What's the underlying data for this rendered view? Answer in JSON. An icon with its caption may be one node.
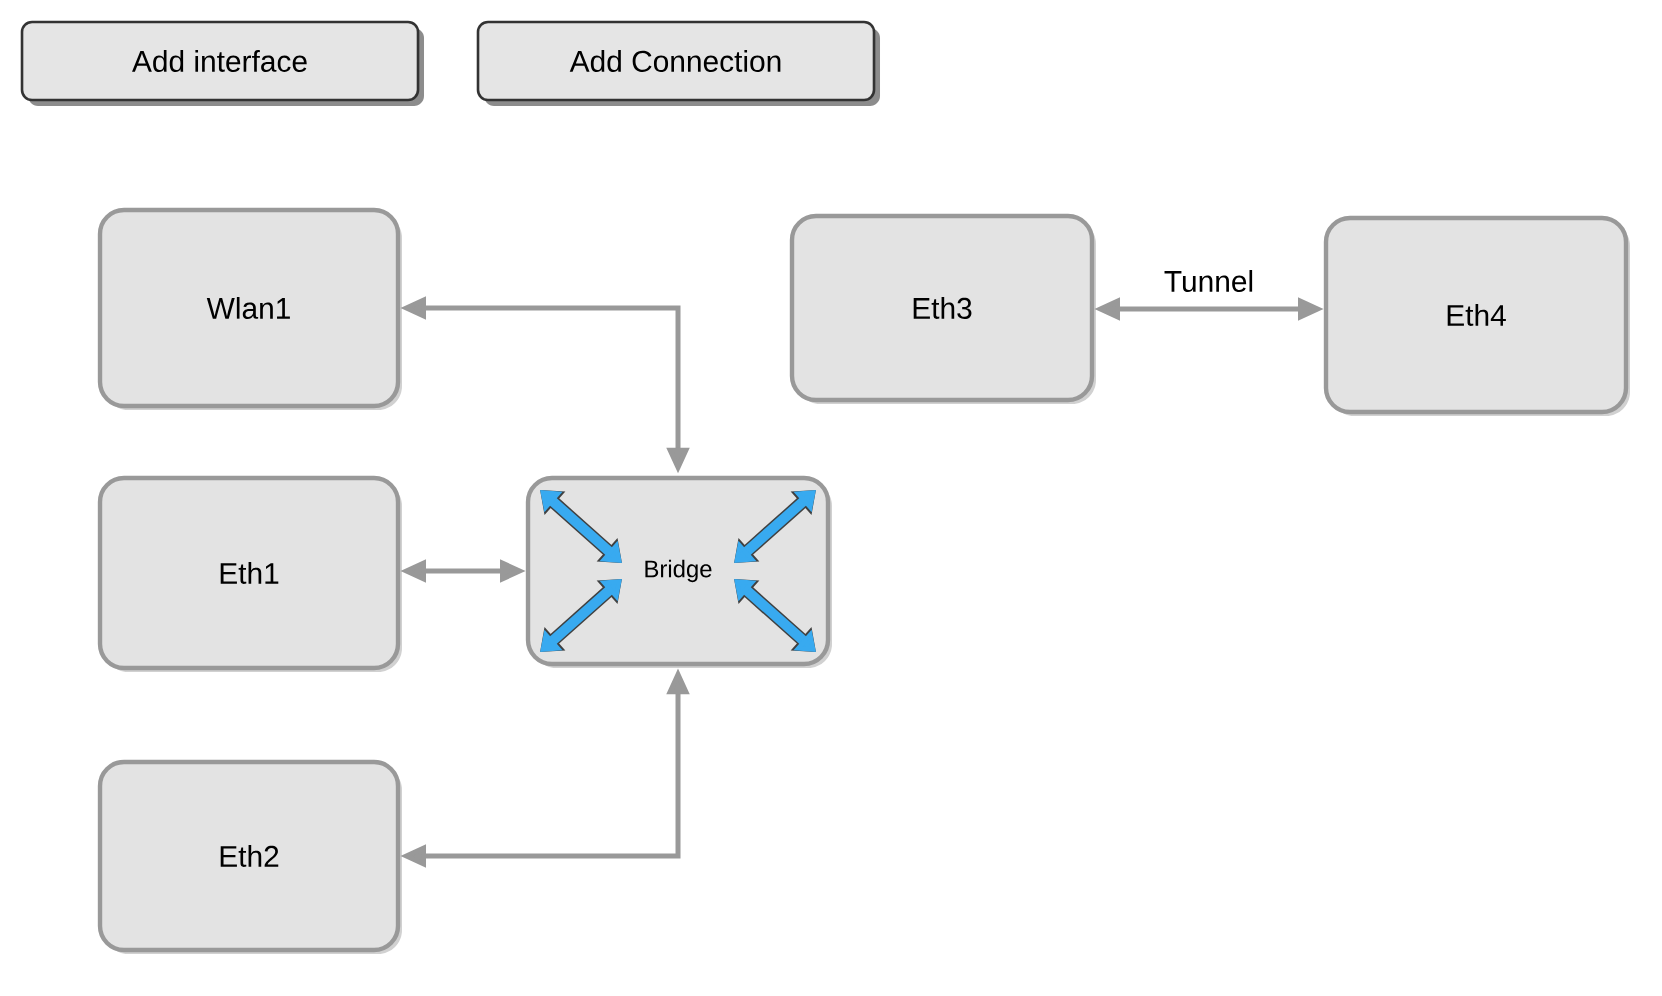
{
  "diagram": {
    "nodes": [
      {
        "text": [
          "Add interface"
        ]
      },
      {
        "text": [
          "Add Connection"
        ]
      },
      {
        "text": [
          "Wlan1"
        ]
      },
      {
        "text": [
          "Eth3"
        ]
      },
      {
        "text": [
          "Eth4"
        ]
      },
      {
        "text": [
          "Eth1"
        ]
      },
      {
        "text": [
          "Bridge"
        ]
      },
      {
        "text": [
          "Eth2"
        ]
      }
    ],
    "edges": [
      {
        "from": 2,
        "to": 6,
        "arrow": "both"
      },
      {
        "from": 3,
        "to": 4,
        "arrow": "both",
        "label": "Tunnel"
      },
      {
        "from": 5,
        "to": 6,
        "arrow": "both"
      },
      {
        "from": 7,
        "to": 6,
        "arrow": "both"
      }
    ]
  }
}
